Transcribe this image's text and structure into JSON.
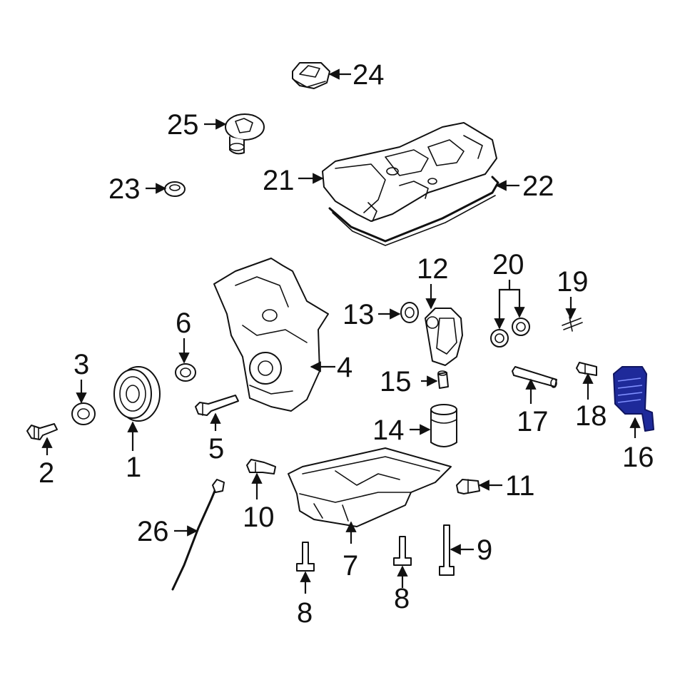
{
  "diagram": {
    "highlight_color": "#1e2a9a",
    "line_color": "#111111",
    "background": "#ffffff",
    "callouts": [
      {
        "id": "c1",
        "label": "1"
      },
      {
        "id": "c2",
        "label": "2"
      },
      {
        "id": "c3",
        "label": "3"
      },
      {
        "id": "c4",
        "label": "4"
      },
      {
        "id": "c5",
        "label": "5"
      },
      {
        "id": "c6",
        "label": "6"
      },
      {
        "id": "c7",
        "label": "7"
      },
      {
        "id": "c8a",
        "label": "8"
      },
      {
        "id": "c8b",
        "label": "8"
      },
      {
        "id": "c9",
        "label": "9"
      },
      {
        "id": "c10",
        "label": "10"
      },
      {
        "id": "c11",
        "label": "11"
      },
      {
        "id": "c12",
        "label": "12"
      },
      {
        "id": "c13",
        "label": "13"
      },
      {
        "id": "c14",
        "label": "14"
      },
      {
        "id": "c15",
        "label": "15"
      },
      {
        "id": "c16",
        "label": "16"
      },
      {
        "id": "c17",
        "label": "17"
      },
      {
        "id": "c18",
        "label": "18"
      },
      {
        "id": "c19",
        "label": "19"
      },
      {
        "id": "c20",
        "label": "20"
      },
      {
        "id": "c21",
        "label": "21"
      },
      {
        "id": "c22",
        "label": "22"
      },
      {
        "id": "c23",
        "label": "23"
      },
      {
        "id": "c24",
        "label": "24"
      },
      {
        "id": "c25",
        "label": "25"
      },
      {
        "id": "c26",
        "label": "26"
      }
    ],
    "highlighted_part": "16"
  }
}
